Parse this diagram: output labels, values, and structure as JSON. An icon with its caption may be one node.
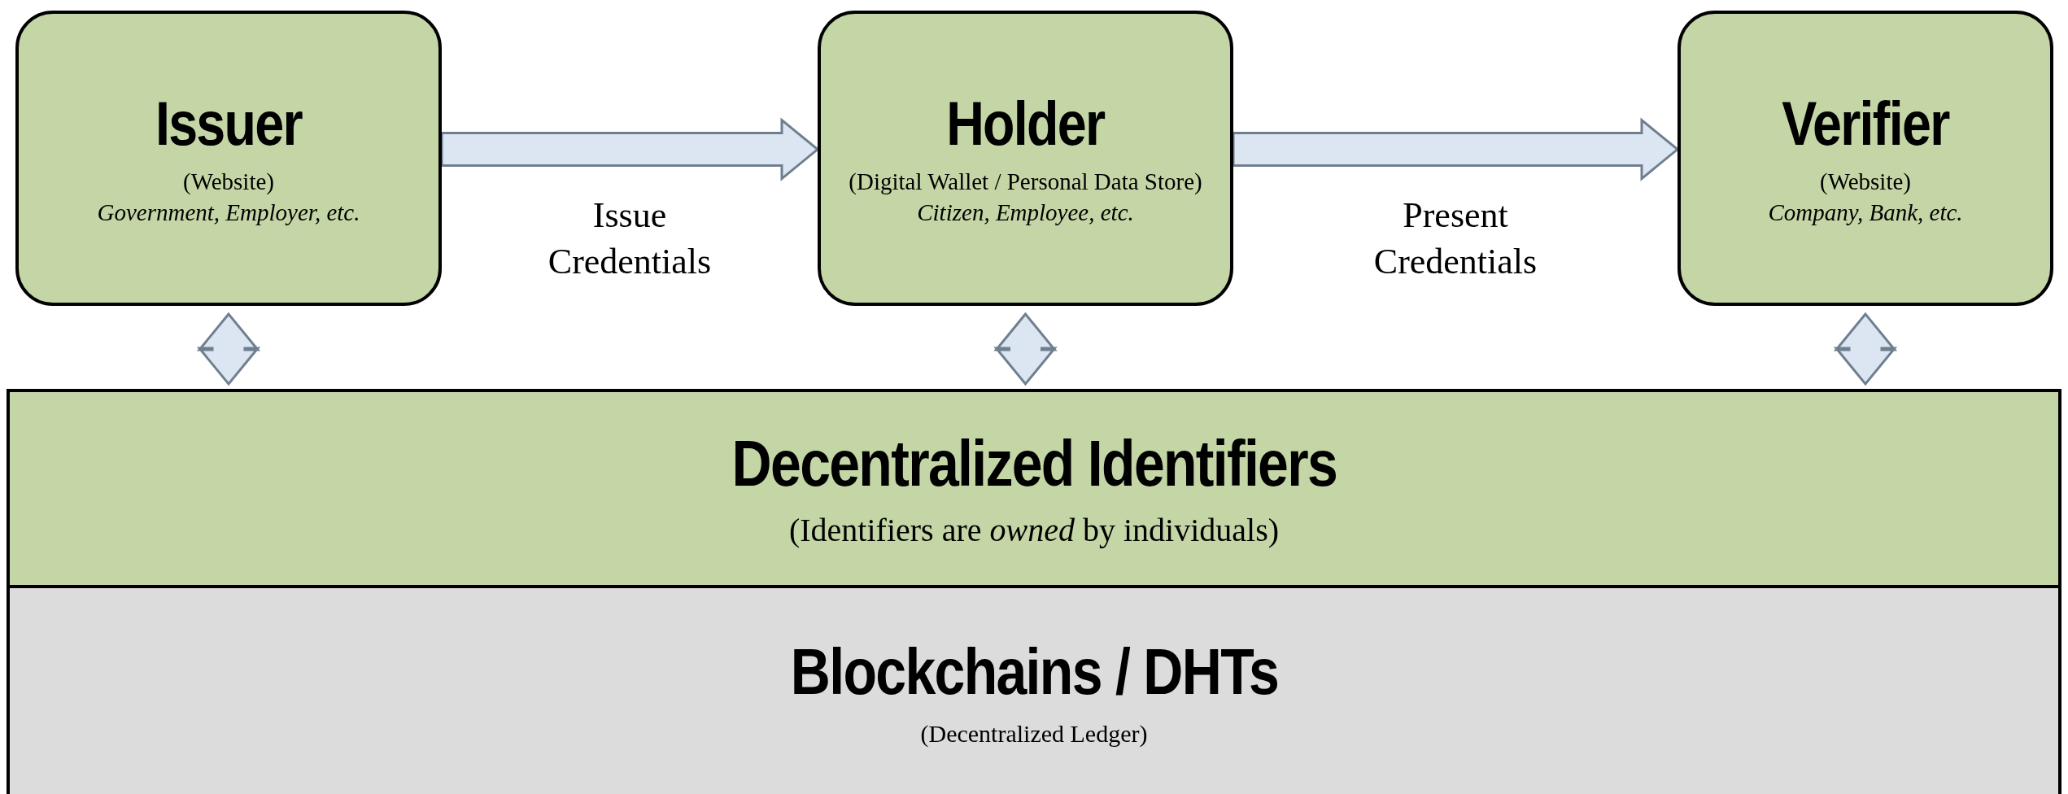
{
  "diagram": {
    "nodes": [
      {
        "text": [
          "Issuer",
          "(Website)",
          "Government, Employer, etc."
        ]
      },
      {
        "text": [
          "Holder",
          "(Digital Wallet / Personal Data Store)",
          "Citizen, Employee, etc."
        ]
      },
      {
        "text": [
          "Verifier",
          "(Website)",
          "Company, Bank, etc."
        ]
      },
      {
        "text": [
          "Decentralized Identifiers",
          "(Identifiers are *owned* by individuals)"
        ]
      },
      {
        "text": [
          "Blockchains / DHTs",
          "(Decentralized Ledger)"
        ]
      }
    ],
    "edges": [
      {
        "from": 0,
        "to": 1,
        "arrow": "to",
        "label": "Issue Credentials"
      },
      {
        "from": 1,
        "to": 2,
        "arrow": "to",
        "label": "Present Credentials"
      },
      {
        "from": 0,
        "to": 3,
        "arrow": "both"
      },
      {
        "from": 1,
        "to": 3,
        "arrow": "both"
      },
      {
        "from": 2,
        "to": 3,
        "arrow": "both"
      }
    ]
  }
}
